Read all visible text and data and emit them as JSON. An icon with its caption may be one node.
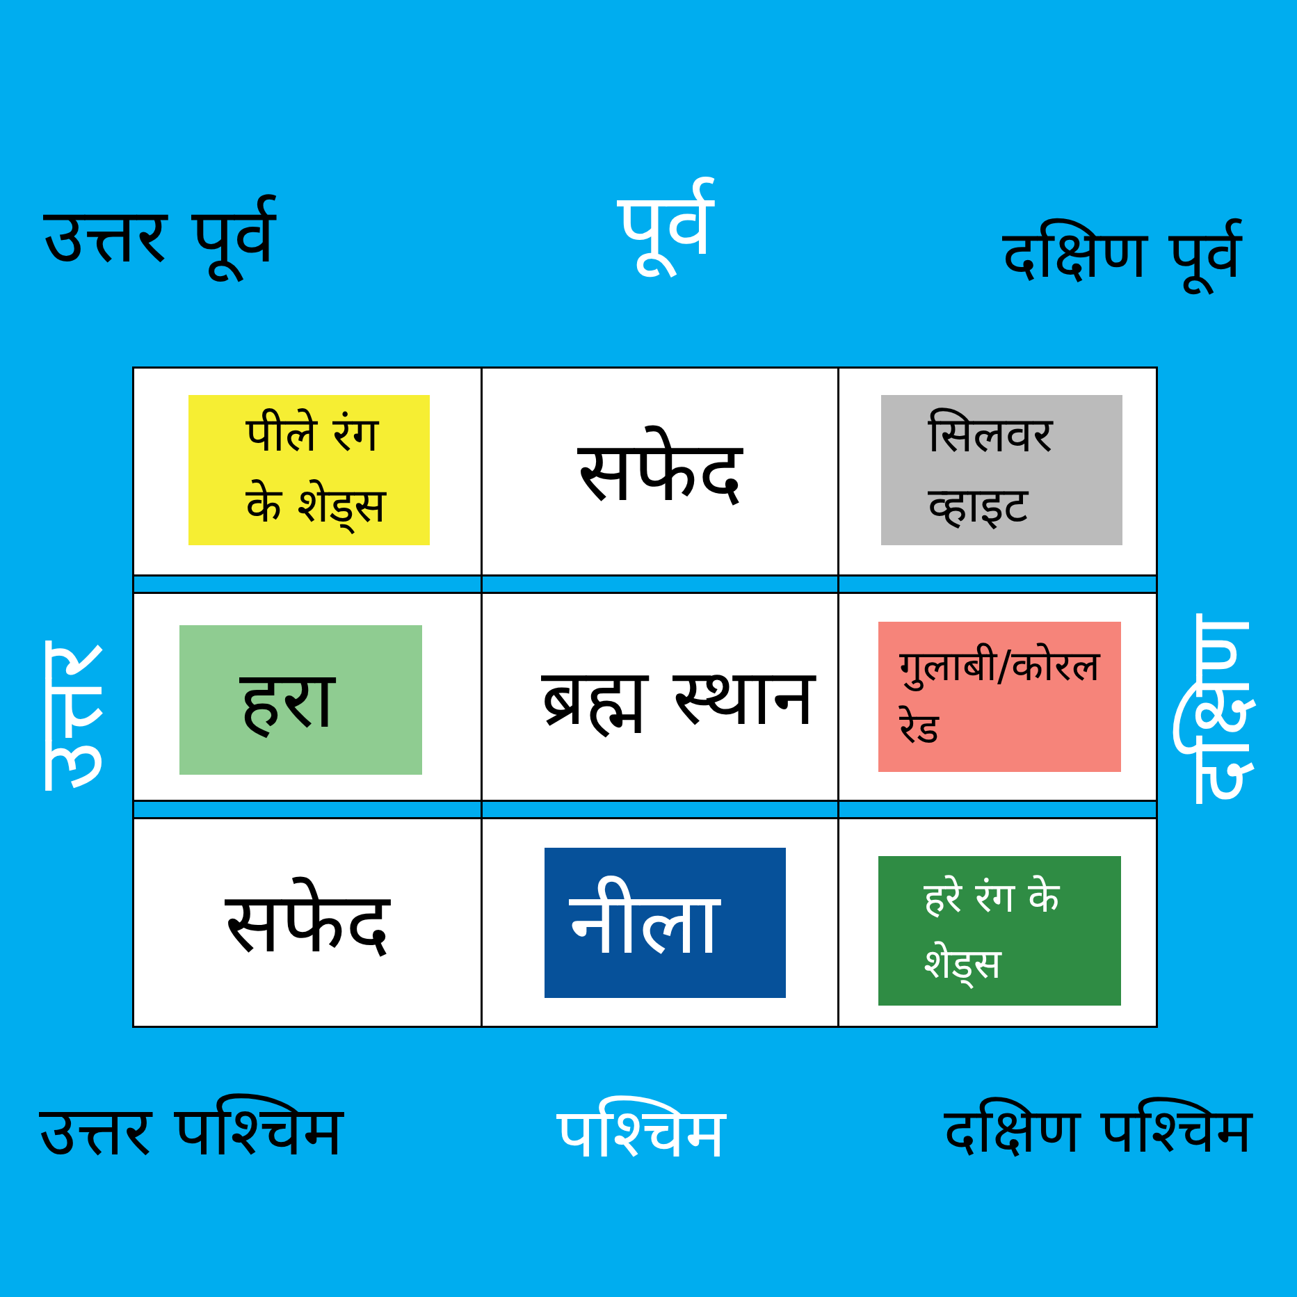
{
  "diagram": {
    "nodes": [
      {
        "text": [],
        "shape": "box"
      },
      {
        "text": [
          "पीले रंग के शेड्स"
        ],
        "in": 0
      },
      {
        "text": [
          "सफेद"
        ]
      },
      {
        "text": [],
        "shape": "box"
      },
      {
        "text": [
          "सिलवर व्हाइट"
        ],
        "in": 3
      },
      {
        "text": [],
        "shape": "box"
      },
      {
        "text": [
          "हरा"
        ],
        "in": 5
      },
      {
        "text": [
          "ब्रह्म स्थान"
        ]
      },
      {
        "text": [],
        "shape": "box"
      },
      {
        "text": [
          "गुलाबी/कोरल रेड"
        ],
        "in": 8
      },
      {
        "text": [
          "सफेद"
        ]
      },
      {
        "text": [],
        "shape": "box"
      },
      {
        "text": [
          "नीला"
        ],
        "in": 11
      },
      {
        "text": [],
        "shape": "box"
      },
      {
        "text": [
          "हरे रंग के शेड्स"
        ],
        "in": 13
      }
    ],
    "labels": [
      "उत्तर पूर्व",
      "पूर्व",
      "दक्षिण पूर्व",
      "उत्तर",
      "दक्षिण",
      "उत्तर पश्चिम",
      "पश्चिम",
      "दक्षिण पश्चिम"
    ]
  }
}
